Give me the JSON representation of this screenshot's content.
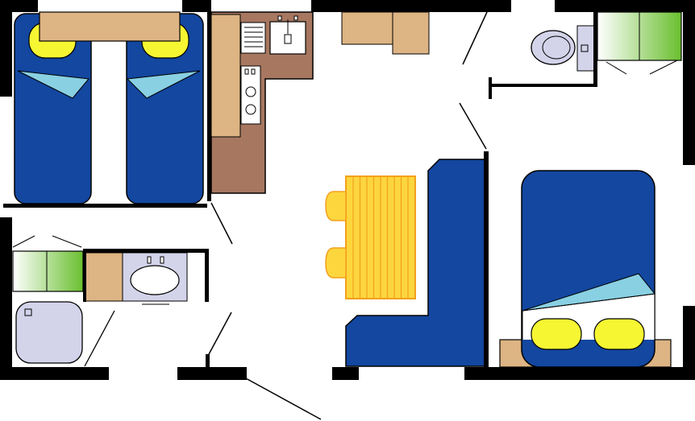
{
  "colors": {
    "wall": "#000000",
    "floor": "#ffffff",
    "bed_blue": "#1347a0",
    "sheet_light": "#89d0e3",
    "pillow_yellow": "#f6f633",
    "wood": "#ddb483",
    "kitchen_brown": "#a77760",
    "sanitary": "#d3d3ea",
    "wardrobe_green": "#6abf2f",
    "table_yellow": "#fdd63e",
    "table_stroke": "#f3a01c"
  },
  "icons": {
    "twin-bed": "twin-bed-icon",
    "double-bed": "double-bed-icon",
    "sofa": "sofa-icon",
    "dining-table": "dining-table-icon",
    "chair": "chair-icon",
    "toilet": "toilet-icon",
    "shower": "shower-tray-icon",
    "washbasin": "washbasin-icon",
    "sink": "kitchen-sink-icon",
    "cooktop": "cooktop-icon",
    "wardrobe": "wardrobe-icon",
    "door": "door-swing-icon"
  },
  "rooms": [
    {
      "id": "twin-bedroom",
      "beds": 2
    },
    {
      "id": "kitchen"
    },
    {
      "id": "wc"
    },
    {
      "id": "living-room",
      "chairs": 2
    },
    {
      "id": "master-bedroom",
      "beds": 1,
      "pillows": 2
    },
    {
      "id": "shower-room"
    }
  ]
}
